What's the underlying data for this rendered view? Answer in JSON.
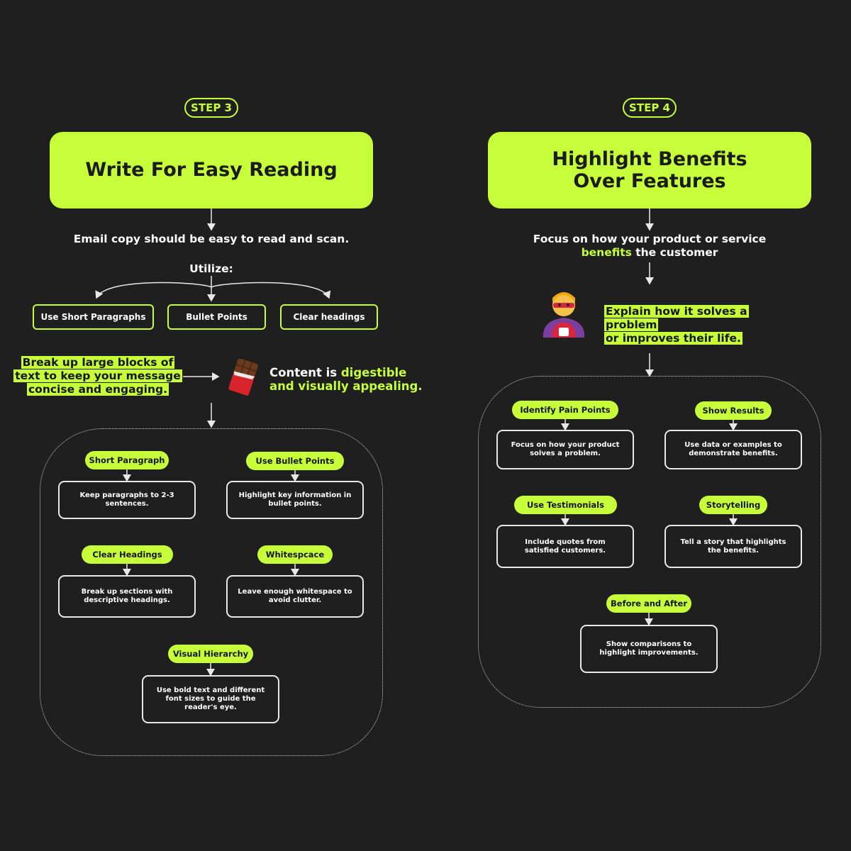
{
  "step3": {
    "badge": "STEP 3",
    "title": "Write For Easy Reading",
    "intro": "Email copy should be easy to read and scan.",
    "utilize": "Utilize:",
    "tags": [
      "Use Short Paragraphs",
      "Bullet Points",
      "Clear headings"
    ],
    "break_lines": [
      "Break up large blocks of",
      "text to keep your message",
      "concise and engaging."
    ],
    "content_prefix": "Content is ",
    "content_green1": "digestible",
    "content_green2": "and visually appealing.",
    "items": [
      {
        "label": "Short Paragraph",
        "desc": "Keep paragraphs to 2-3 sentences."
      },
      {
        "label": "Use Bullet Points",
        "desc": "Highlight key information in bullet points."
      },
      {
        "label": "Clear Headings",
        "desc": "Break up sections with descriptive headings."
      },
      {
        "label": "Whitespcace",
        "desc": "Leave enough whitespace to avoid clutter."
      },
      {
        "label": "Visual Hierarchy",
        "desc": "Use bold text and different font sizes to guide the reader's eye."
      }
    ]
  },
  "step4": {
    "badge": "STEP 4",
    "title_line1": "Highlight Benefits",
    "title_line2": "Over Features",
    "intro_line1": "Focus on how your product or service",
    "intro_green": "benefits",
    "intro_rest": " the customer",
    "explain_lines": [
      "Explain how it solves a problem",
      "or improves their life."
    ],
    "items": [
      {
        "label": "Identify Pain Points",
        "desc": "Focus on how your product solves a problem."
      },
      {
        "label": "Show Results",
        "desc": "Use data or examples to demonstrate benefits."
      },
      {
        "label": "Use Testimonials",
        "desc": "Include quotes from satisfied customers."
      },
      {
        "label": "Storytelling",
        "desc": "Tell a story that highlights the benefits."
      },
      {
        "label": "Before and After",
        "desc": "Show comparisons to highlight improvements."
      }
    ]
  },
  "icons": {
    "chocolate": "chocolate-bar-icon",
    "superhero": "superhero-icon"
  },
  "colors": {
    "accent": "#c6ff3a",
    "background": "#1f1f1f"
  }
}
